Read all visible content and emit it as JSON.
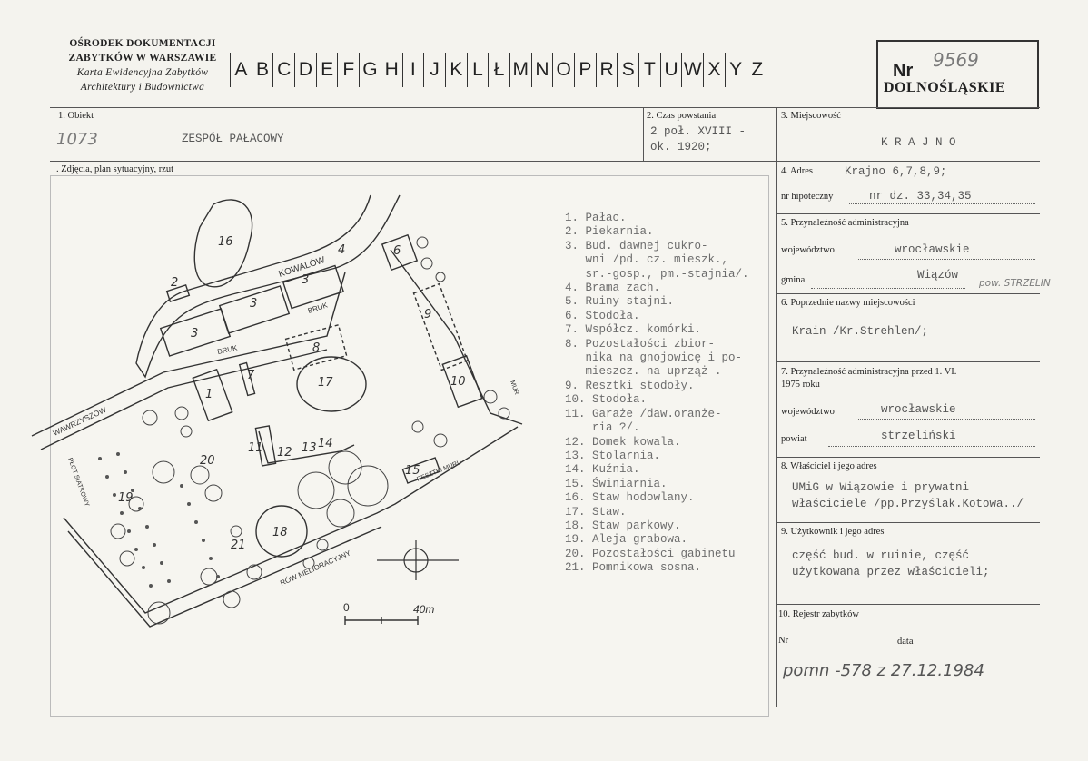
{
  "header": {
    "institution_line1": "OŚRODEK DOKUMENTACJI",
    "institution_line2": "ZABYTKÓW W WARSZAWIE",
    "card_line1": "Karta Ewidencyjna Zabytków",
    "card_line2": "Architektury i Budownictwa",
    "letters": [
      "A",
      "B",
      "C",
      "D",
      "E",
      "F",
      "G",
      "H",
      "I",
      "J",
      "K",
      "L",
      "Ł",
      "M",
      "N",
      "O",
      "P",
      "R",
      "S",
      "T",
      "U",
      "W",
      "X",
      "Y",
      "Z"
    ],
    "nr_label": "Nr",
    "nr_value": "9569",
    "region": "DOLNOŚLĄSKIE"
  },
  "fields": {
    "obiekt_label": "1. Obiekt",
    "obiekt_number": "1073",
    "obiekt_value": "ZESPÓŁ PAŁACOWY",
    "czas_label": "2. Czas powstania",
    "czas_value_1": "2 poł. XVIII -",
    "czas_value_2": "ok. 1920;",
    "miejscowosc_label": "3. Miejscowość",
    "miejscowosc_value": "K R A J N O",
    "zdjecia_label": ". Zdjęcia, plan sytuacyjny, rzut",
    "adres_label": "4. Adres",
    "adres_value": "Krajno 6,7,8,9;",
    "hipoteczny_label": "nr hipoteczny",
    "hipoteczny_value": "nr dz. 33,34,35",
    "przynaleznosc_label": "5. Przynależność administracyjna",
    "wojewodztwo_label": "województwo",
    "wojewodztwo_value": "wrocławskie",
    "gmina_label": "gmina",
    "gmina_value": "Wiązów",
    "gmina_note": "pow. STRZELIN",
    "poprzednie_label": "6. Poprzednie nazwy miejscowości",
    "poprzednie_value": "Krain /Kr.Strehlen/;",
    "przed1975_label_1": "7. Przynależność administracyjna przed 1. VI.",
    "przed1975_label_2": "1975 roku",
    "wojewodztwo2_label": "województwo",
    "wojewodztwo2_value": "wrocławskie",
    "powiat_label": "powiat",
    "powiat_value": "strzeliński",
    "wlasciciel_label": "8. Właściciel i jego adres",
    "wlasciciel_value_1": "UMiG w Wiązowie i prywatni",
    "wlasciciel_value_2": "właściciele /pp.Przyślak.Kotowa../",
    "uzytkownik_label": "9. Użytkownik i jego adres",
    "uzytkownik_value_1": "część bud. w ruinie, część",
    "uzytkownik_value_2": "użytkowana przez właścicieli;",
    "rejestr_label": "10. Rejestr zabytków",
    "nr_label": "Nr",
    "data_label": "data",
    "rejestr_value": "pomn -578 z 27.12.1984"
  },
  "legend": [
    "1. Pałac.",
    "2. Piekarnia.",
    "3. Bud. dawnej cukro-",
    "   wni /pd. cz. mieszk.,",
    "   sr.-gosp., pm.-stajnia/.",
    "4. Brama zach.",
    "5. Ruiny stajni.",
    "6. Stodoła.",
    "7. Współcz. komórki.",
    "8. Pozostałości zbior-",
    "   nika na gnojowicę i po-",
    "   mieszcz. na uprząż .",
    "9. Resztki stodoły.",
    "10. Stodoła.",
    "11. Garaże /daw.oranże-",
    "    ria ?/.",
    "12. Domek kowala.",
    "13. Stolarnia.",
    "14. Kuźnia.",
    "15. Świniarnia.",
    "16. Staw hodowlany.",
    "17. Staw.",
    "18. Staw parkowy.",
    "19. Aleja grabowa.",
    "20. Pozostałości gabinetu",
    "21. Pomnikowa sosna."
  ],
  "map": {
    "label_kowalow": "KOWALÓW",
    "label_bruk1": "BRUK",
    "label_bruk2": "BRUK",
    "label_wawrzyszow": "WAWRZYSZÓW",
    "label_plot": "PŁOT SIATKOWY",
    "label_row": "RÓW MELIORACYJNY",
    "label_resztki": "RESZTKI MURU",
    "label_mur": "MUR",
    "scale_0": "0",
    "scale_40": "40m",
    "n1": "1",
    "n2": "2",
    "n3a": "3",
    "n3b": "3",
    "n3c": "3",
    "n4": "4",
    "n6": "6",
    "n7": "7",
    "n8": "8",
    "n9": "9",
    "n10": "10",
    "n11": "11",
    "n12": "12",
    "n13": "13",
    "n14": "14",
    "n15": "15",
    "n16": "16",
    "n17": "17",
    "n18": "18",
    "n19": "19",
    "n20": "20",
    "n21": "21"
  }
}
